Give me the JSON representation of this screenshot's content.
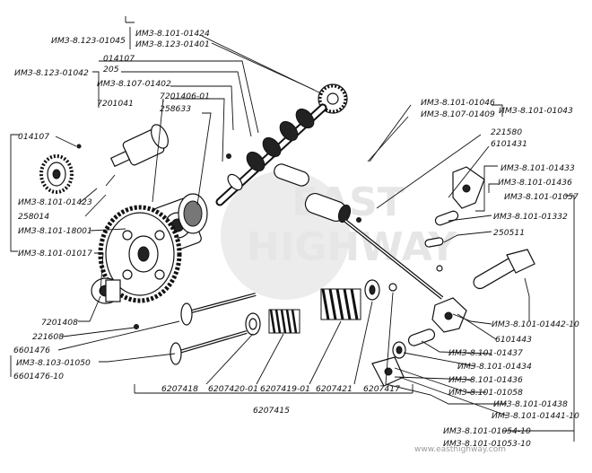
{
  "watermark": {
    "line1": "EAST",
    "line2": "HIGHWAY"
  },
  "footer": {
    "site": "www.easthighway.com"
  },
  "labels": {
    "l01424": "ИМЗ-8.101-01424",
    "l01401": "ИМЗ-8.123-01401",
    "l01045": "ИМЗ-8.123-01045",
    "l014107a": "014107",
    "l205": "205",
    "l01042": "ИМЗ-8.123-01042",
    "l01402": "ИМЗ-8.107-01402",
    "l7201406": "7201406-01",
    "l7201041": "7201041",
    "l258633": "258633",
    "l01046": "ИМЗ-8.101-01046",
    "l01409": "ИМЗ-8.107-01409",
    "l01043": "ИМЗ-8.101-01043",
    "l221580": "221580",
    "l6101431": "6101431",
    "l014107b": "014107",
    "l01433": "ИМЗ-8.101-01433",
    "l01436": "ИМЗ-8.101-01436",
    "l01057": "ИМЗ-8.101-01057",
    "l01423": "ИМЗ-8.101-01423",
    "l258014": "258014",
    "l18001": "ИМЗ-8.101-18001",
    "l01332": "ИМЗ-8.101-01332",
    "l250511": "250511",
    "l01017": "ИМЗ-8.101-01017",
    "l7201408": "7201408",
    "l221608": "221608",
    "l6601476": "6601476",
    "l01050": "ИМЗ-8.103-01050",
    "l6601476_10": "6601476-10",
    "l01442": "ИМЗ-8.101-01442-10",
    "l6101443": "6101443",
    "l01437": "ИМЗ-8.101-01437",
    "l01434": "ИМЗ-8.101-01434",
    "l01436b": "ИМЗ-8.101-01436",
    "l01058": "ИМЗ-8.101-01058",
    "l01438": "ИМЗ-8.101-01438",
    "l01441": "ИМЗ-8.101-01441-10",
    "l01054": "ИМЗ-8.101-01054-10",
    "l01053": "ИМЗ-8.101-01053-10",
    "l6207418": "6207418",
    "l6207420": "6207420-01",
    "l6207419": "6207419-01",
    "l6207421": "6207421",
    "l6207417": "6207417",
    "l6207415": "6207415"
  }
}
